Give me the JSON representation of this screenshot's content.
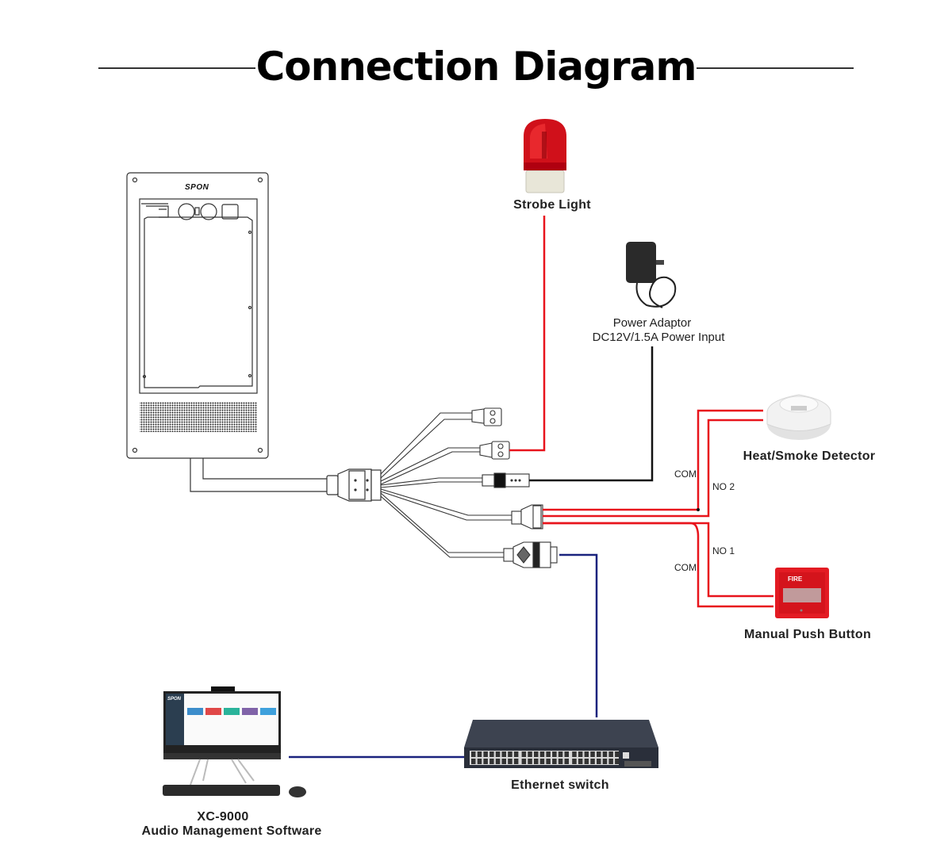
{
  "header": {
    "title": "Connection Diagram"
  },
  "device": {
    "brand": "SPON"
  },
  "devices": {
    "strobe_light": {
      "label": "Strobe Light"
    },
    "power_adaptor": {
      "label_line1": "Power Adaptor",
      "label_line2": "DC12V/1.5A  Power Input"
    },
    "smoke_detector": {
      "label": "Heat/Smoke Detector"
    },
    "push_button": {
      "label": "Manual Push Button",
      "sign": "FIRE"
    },
    "ethernet_switch": {
      "label": "Ethernet switch"
    },
    "software": {
      "label_line1": "XC-9000",
      "label_line2": "Audio Management  Software",
      "screen_brand": "SPON"
    }
  },
  "terminals": {
    "com_upper": "COM",
    "no2": "NO 2",
    "no1": "NO 1",
    "com_lower": "COM"
  },
  "colors": {
    "alarm_wire": "#e8141c",
    "power_wire": "#111111",
    "network_wire": "#1a237e",
    "outline": "#333333"
  }
}
